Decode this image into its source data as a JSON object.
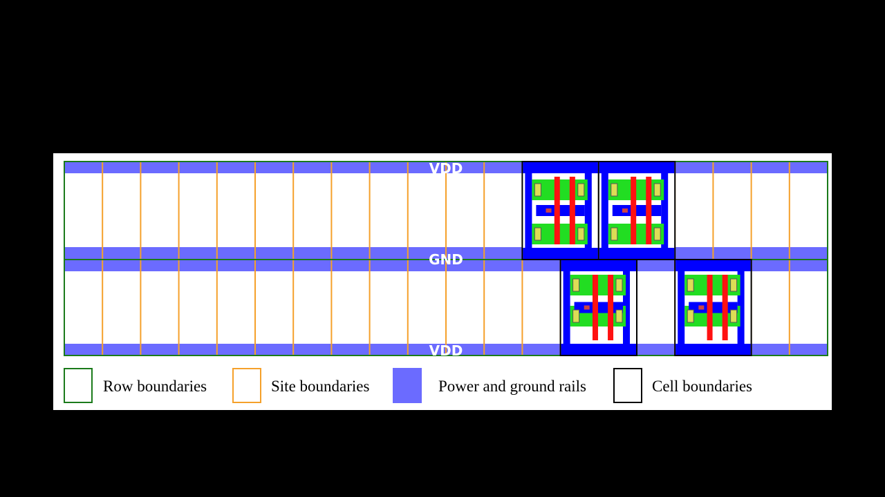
{
  "rails": {
    "top": "VDD",
    "middle": "GND",
    "bottom": "VDD"
  },
  "legend": {
    "row_boundaries": "Row boundaries",
    "site_boundaries": "Site boundaries",
    "power_ground_rails": "Power and ground rails",
    "cell_boundaries": "Cell boundaries"
  },
  "colors": {
    "background": "#000000",
    "panel": "#ffffff",
    "row_boundary": "#1a7a1a",
    "site_boundary": "#f5a02a",
    "rail": "#6b6bff",
    "cell_border": "#000000",
    "metal": "#0000ff",
    "diffusion": "#22dd22",
    "poly": "#ff1111",
    "contact": "#dddd55"
  },
  "rows": [
    {
      "id": "row-1",
      "site_count": 20,
      "cells": [
        {
          "site_start": 12,
          "width_sites": 2
        },
        {
          "site_start": 14,
          "width_sites": 2
        }
      ]
    },
    {
      "id": "row-2",
      "site_count": 20,
      "cells": [
        {
          "site_start": 13,
          "width_sites": 2
        },
        {
          "site_start": 16,
          "width_sites": 2
        }
      ]
    }
  ]
}
